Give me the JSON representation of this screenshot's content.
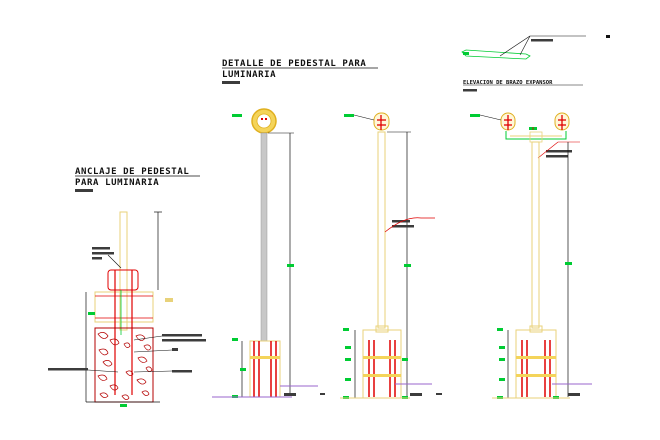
{
  "titles": {
    "anclaje_line1": "ANCLAJE DE PEDESTAL",
    "anclaje_line2": "PARA LUMINARIA",
    "detalle_line1": "DETALLE DE PEDESTAL PARA",
    "detalle_line2": "LUMINARIA",
    "elevacion": "ELEVACION DE BRAZO EXPANSOR"
  },
  "colors": {
    "background": "#ffffff",
    "outline_yellow": "#e8d27a",
    "red_accent": "#e00000",
    "green_marker": "#00cc33",
    "dimension_black": "#000000",
    "pole_gray": "#c8c8c8",
    "lamp_gold": "#e0b020",
    "rock_red": "#b40000",
    "ground_purple": "#9966cc",
    "label_block": "#3c3c3c"
  }
}
